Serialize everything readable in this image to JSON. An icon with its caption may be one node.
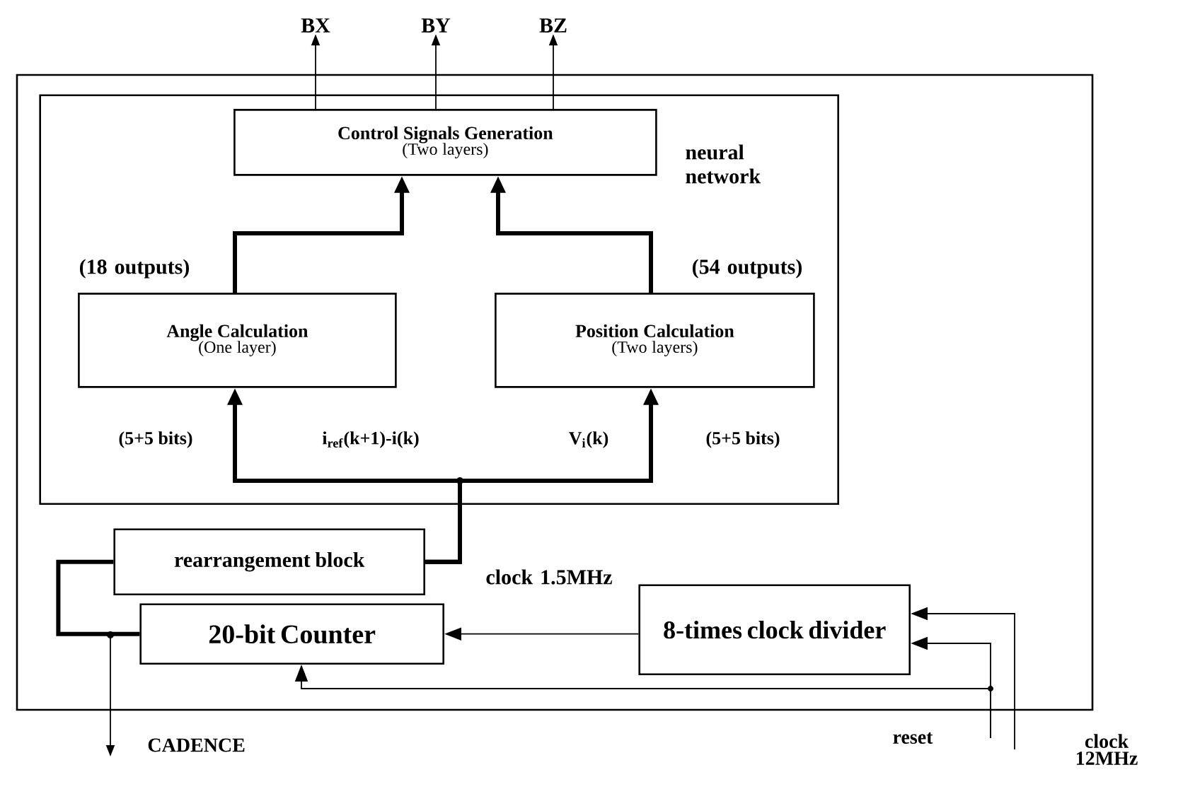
{
  "diagram": {
    "nodes": [
      {
        "text": [],
        "shape": "box"
      },
      {
        "text": [
          "neural network"
        ],
        "in": 0
      },
      {
        "text": [
          "Control Signals Generation",
          "(Two layers)"
        ],
        "in": 1
      },
      {
        "text": [
          "Angle Calculation",
          "(One layer)"
        ],
        "in": 1
      },
      {
        "text": [
          "Position Calculation",
          "(Two layers)"
        ],
        "in": 1
      },
      {
        "text": [
          "rearrangement block"
        ],
        "in": 0
      },
      {
        "text": [
          "20-bit Counter"
        ],
        "in": 0
      },
      {
        "text": [
          "8-times clock divider"
        ],
        "in": 0
      },
      {
        "text": [
          "BX"
        ]
      },
      {
        "text": [
          "BY"
        ]
      },
      {
        "text": [
          "BZ"
        ]
      },
      {
        "text": [
          "CADENCE"
        ]
      },
      {
        "text": [
          "reset"
        ]
      },
      {
        "text": [
          "clock 12MHz"
        ]
      }
    ],
    "edges": [
      {
        "from": 2,
        "to": 8,
        "arrow": "to"
      },
      {
        "from": 2,
        "to": 9,
        "arrow": "to"
      },
      {
        "from": 2,
        "to": 10,
        "arrow": "to"
      },
      {
        "from": 3,
        "to": 2,
        "arrow": "to",
        "style": "thick",
        "label": "(18 outputs)"
      },
      {
        "from": 4,
        "to": 2,
        "arrow": "to",
        "style": "thick",
        "label": "(54 outputs)"
      },
      {
        "from": 5,
        "to": 3,
        "arrow": "to",
        "style": "thick"
      },
      {
        "from": 5,
        "to": 4,
        "arrow": "to",
        "style": "thick"
      },
      {
        "from": 6,
        "to": 5,
        "arrow": "none",
        "style": "thick"
      },
      {
        "from": 6,
        "to": 11,
        "arrow": "to"
      },
      {
        "from": 7,
        "to": 6,
        "arrow": "to",
        "label": "clock 1.5MHz"
      },
      {
        "from": 13,
        "to": 7,
        "arrow": "to"
      },
      {
        "from": 12,
        "to": 7,
        "arrow": "to"
      },
      {
        "from": 12,
        "to": 6,
        "arrow": "to"
      }
    ],
    "labels": [
      "(5+5 bits)",
      "i$_{ref}$(k+1)-i(k)",
      "V$_{i}$(k)",
      "(5+5 bits)"
    ]
  }
}
